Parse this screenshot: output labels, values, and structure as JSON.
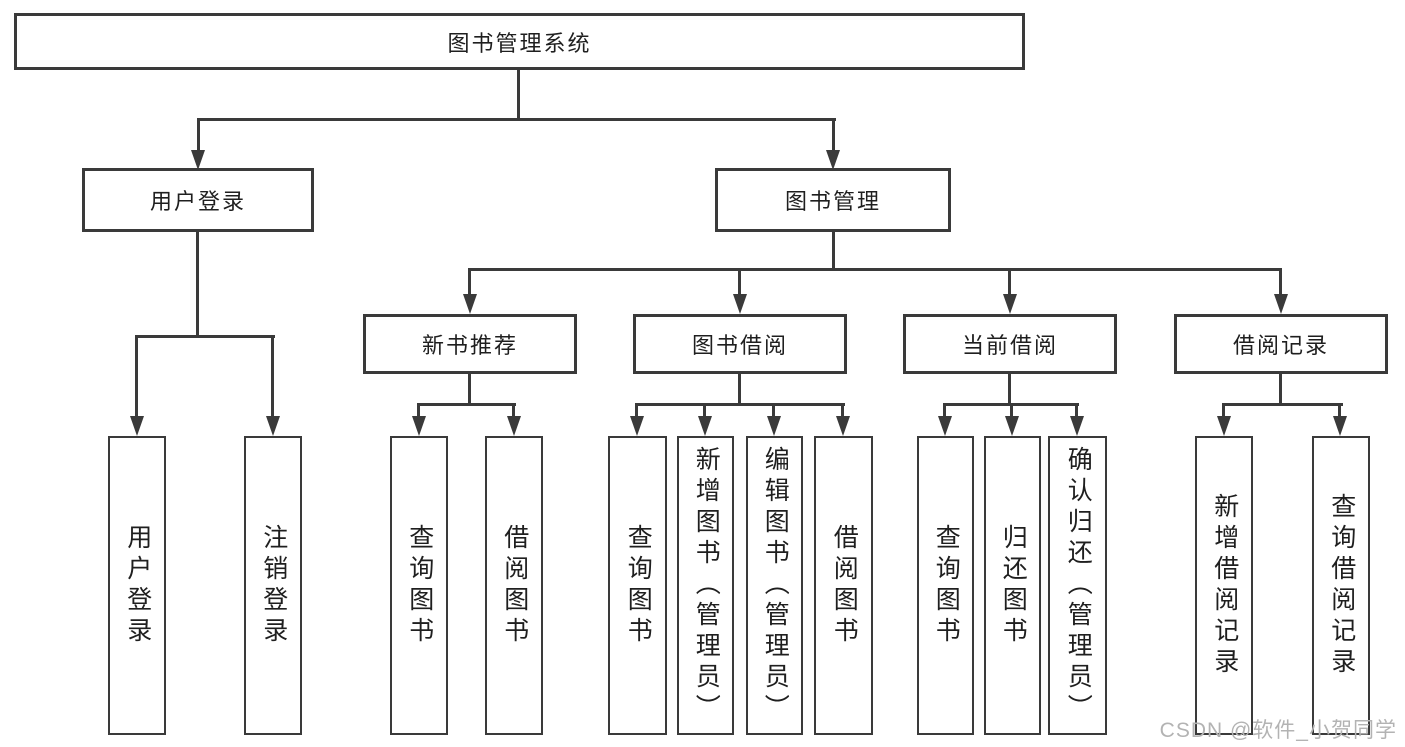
{
  "tree": {
    "label": "图书管理系统",
    "children": [
      {
        "label": "用户登录",
        "children": [
          {
            "label": "用户登录"
          },
          {
            "label": "注销登录"
          }
        ]
      },
      {
        "label": "图书管理",
        "children": [
          {
            "label": "新书推荐",
            "children": [
              {
                "label": "查询图书"
              },
              {
                "label": "借阅图书"
              }
            ]
          },
          {
            "label": "图书借阅",
            "children": [
              {
                "label": "查询图书"
              },
              {
                "label": "新增图书（管理员）"
              },
              {
                "label": "编辑图书（管理员）"
              },
              {
                "label": "借阅图书"
              }
            ]
          },
          {
            "label": "当前借阅",
            "children": [
              {
                "label": "查询图书"
              },
              {
                "label": "归还图书"
              },
              {
                "label": "确认归还（管理员）"
              }
            ]
          },
          {
            "label": "借阅记录",
            "children": [
              {
                "label": "新增借阅记录"
              },
              {
                "label": "查询借阅记录"
              }
            ]
          }
        ]
      }
    ]
  },
  "watermark": {
    "text": "CSDN @软件_小贺同学"
  },
  "colors": {
    "line": "#3a3a3a",
    "text": "#1f1f1f",
    "background": "#ffffff",
    "watermark": "#b3b3b3"
  }
}
